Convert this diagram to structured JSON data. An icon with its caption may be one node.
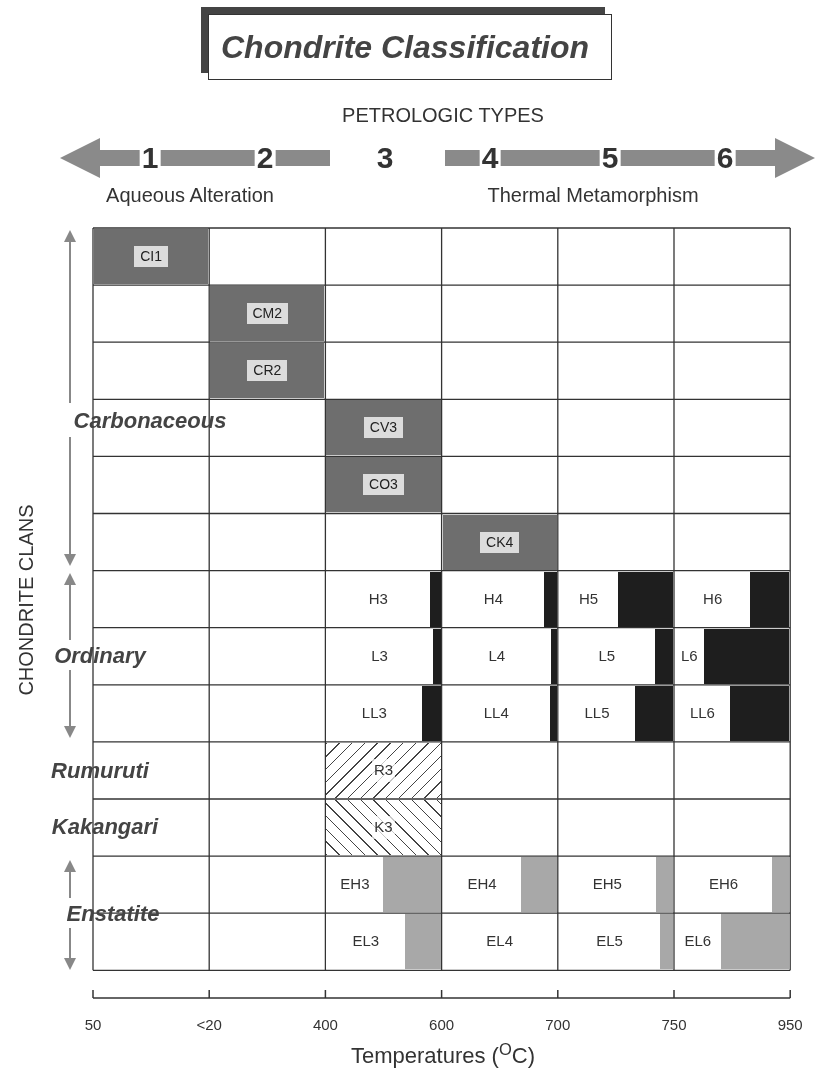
{
  "diagram": {
    "title": "Chondrite Classification",
    "nodes": [
      {
        "text": [
          "CI1"
        ]
      },
      {
        "text": [
          "CM2"
        ]
      },
      {
        "text": [
          "CR2"
        ]
      },
      {
        "text": [
          "CV3"
        ]
      },
      {
        "text": [
          "CO3"
        ]
      },
      {
        "text": [
          "CK4"
        ]
      },
      {
        "text": [
          "H3"
        ]
      },
      {
        "text": [
          "H4"
        ]
      },
      {
        "text": [
          "H5"
        ]
      },
      {
        "text": [
          "H6"
        ]
      },
      {
        "text": [
          "L3"
        ]
      },
      {
        "text": [
          "L4"
        ]
      },
      {
        "text": [
          "L5"
        ]
      },
      {
        "text": [
          "L6"
        ]
      },
      {
        "text": [
          "LL3"
        ]
      },
      {
        "text": [
          "LL4"
        ]
      },
      {
        "text": [
          "LL5"
        ]
      },
      {
        "text": [
          "LL6"
        ]
      },
      {
        "text": [
          "R3"
        ]
      },
      {
        "text": [
          "K3"
        ]
      },
      {
        "text": [
          "EH3"
        ]
      },
      {
        "text": [
          "EH4"
        ]
      },
      {
        "text": [
          "EH5"
        ]
      },
      {
        "text": [
          "EH6"
        ]
      },
      {
        "text": [
          "EL3"
        ]
      },
      {
        "text": [
          "EL4"
        ]
      },
      {
        "text": [
          "EL5"
        ]
      },
      {
        "text": [
          "EL6"
        ]
      }
    ],
    "labels": [
      "PETROLOGIC TYPES",
      "1",
      "2",
      "3",
      "4",
      "5",
      "6",
      "Aqueous Alteration",
      "Thermal Metamorphism",
      "CHONDRITE CLANS",
      "Carbonaceous",
      "Ordinary",
      "Rumuruti",
      "Kakangari",
      "Enstatite",
      "50",
      "<20",
      "400",
      "600",
      "700",
      "750",
      "950",
      "Temperatures ($^{O}$C)"
    ]
  }
}
